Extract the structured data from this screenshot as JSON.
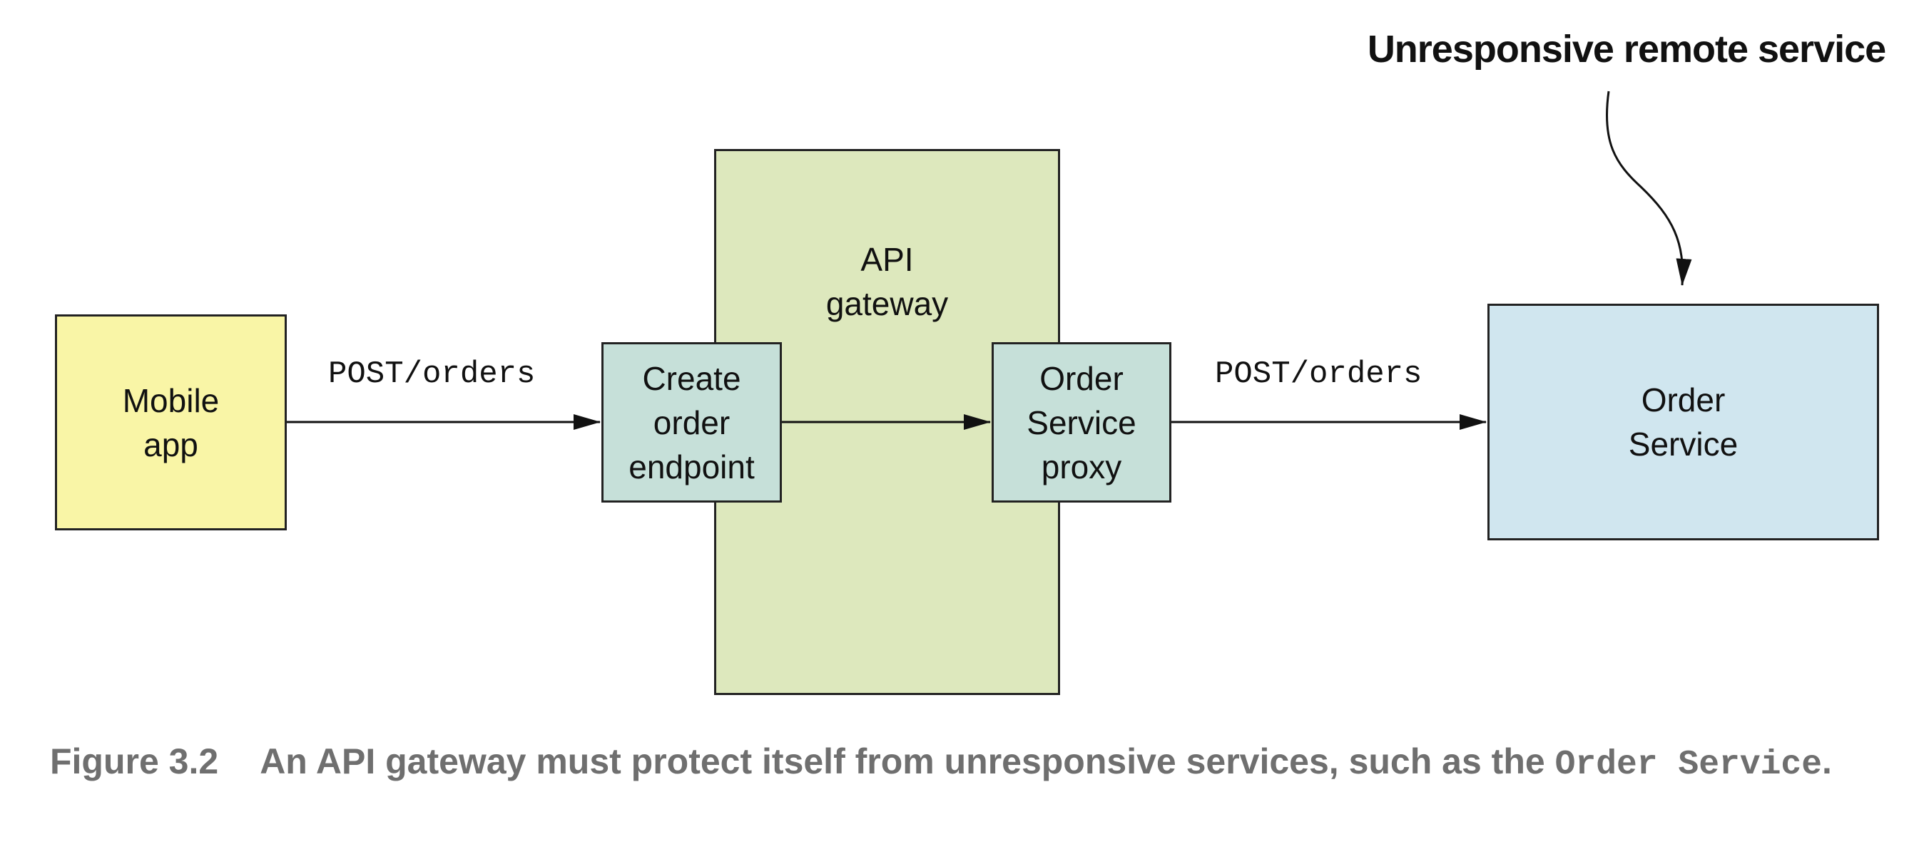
{
  "annotation": "Unresponsive remote service",
  "nodes": {
    "mobile_app": "Mobile\napp",
    "api_gateway": "API\ngateway",
    "create_order_endpoint": "Create\norder\nendpoint",
    "order_service_proxy": "Order\nService\nproxy",
    "order_service": "Order\nService"
  },
  "edges": {
    "mobile_to_endpoint": "POST/orders",
    "proxy_to_service": "POST/orders"
  },
  "caption": {
    "figure_number": "Figure 3.2",
    "text": "An API gateway must protect itself from unresponsive services, such as the ",
    "code_term": "Order Service",
    "end": "."
  },
  "colors": {
    "mobile_app": "#f9f5a6",
    "api_gateway": "#dde8bd",
    "gateway_component": "#c6e0d9",
    "order_service": "#d0e6ef",
    "caption_text": "#6f6f6f"
  }
}
